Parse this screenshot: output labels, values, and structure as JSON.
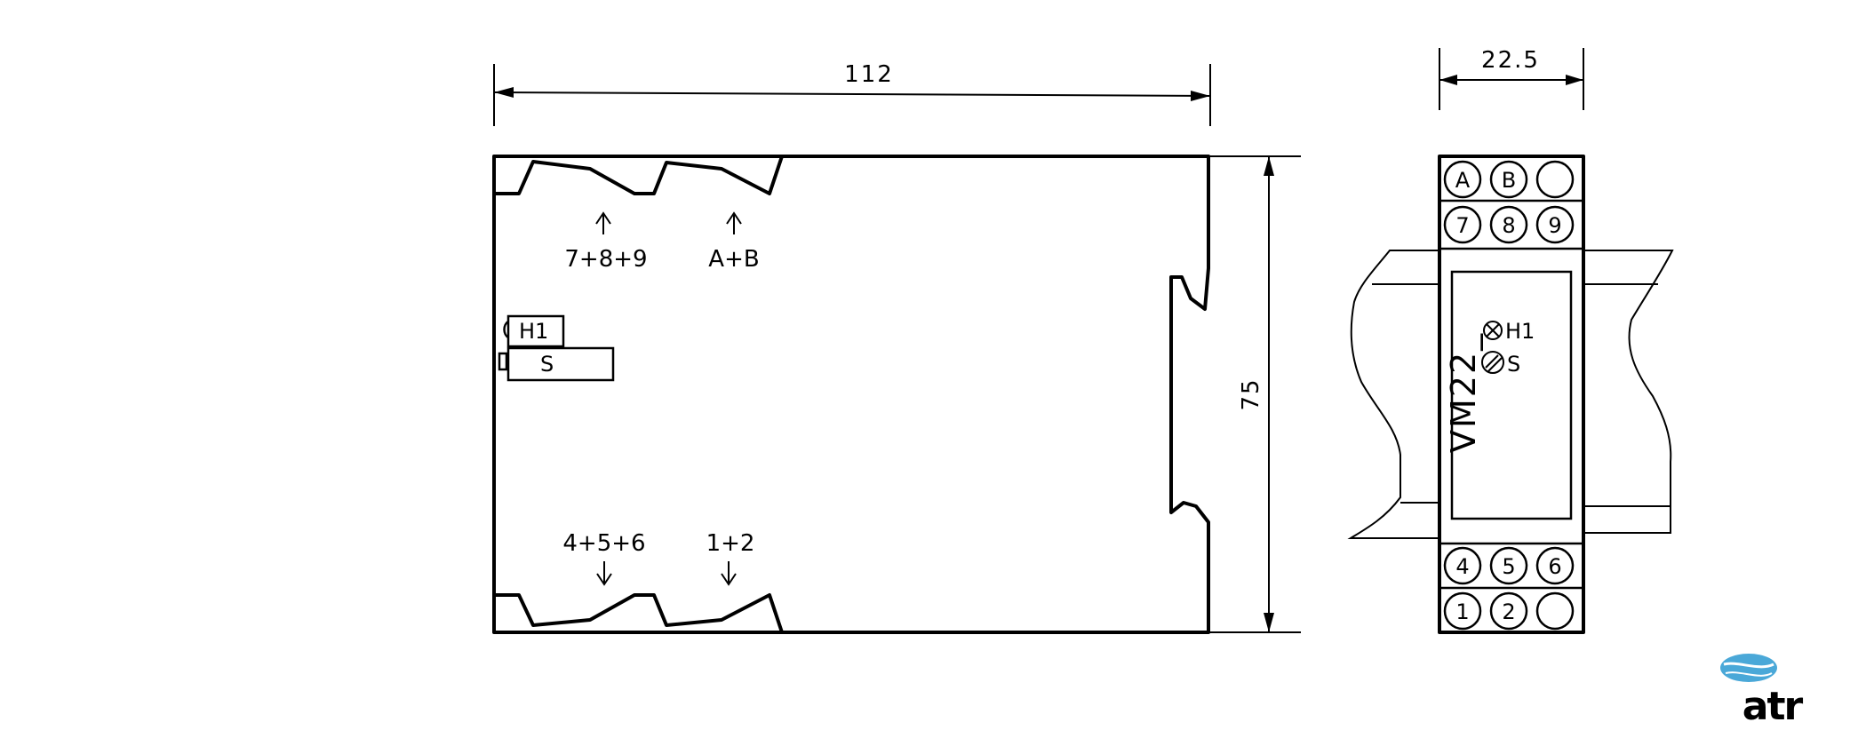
{
  "dimensions": {
    "width": "112",
    "width_side": "22.5",
    "height": "75"
  },
  "labels": {
    "top_left_terminals": "7+8+9",
    "top_right_terminals": "A+B",
    "bottom_left_terminals": "4+5+6",
    "bottom_right_terminals": "1+2",
    "led": "H1",
    "switch": "S",
    "front_led": "H1",
    "front_switch": "S",
    "model": "VM22_"
  },
  "terminals": {
    "top_row_1": [
      "A",
      "B",
      ""
    ],
    "top_row_2": [
      "7",
      "8",
      "9"
    ],
    "bottom_row_1": [
      "4",
      "5",
      "6"
    ],
    "bottom_row_2": [
      "1",
      "2",
      ""
    ]
  },
  "logo": {
    "text": "atr",
    "accent_color": "#4aa8d8"
  }
}
